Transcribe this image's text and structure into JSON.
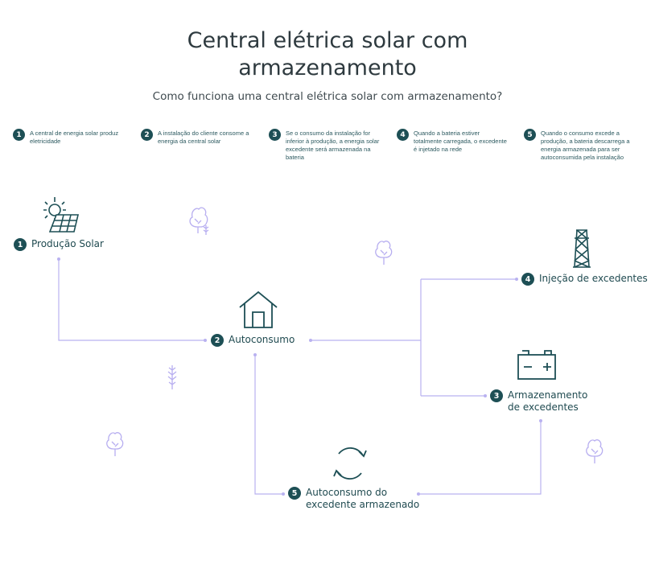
{
  "header": {
    "title_line1": "Central elétrica solar com",
    "title_line2": "armazenamento",
    "subtitle": "Como funciona uma central elétrica solar com armazenamento?"
  },
  "steps": [
    {
      "number": "1",
      "text": "A central de energia solar produz eletricidade"
    },
    {
      "number": "2",
      "text": "A instalação do cliente consome a energia da central solar"
    },
    {
      "number": "3",
      "text": "Se o consumo da instalação for inferior à produção, a energia solar excedente será armazenada na bateria"
    },
    {
      "number": "4",
      "text": "Quando a bateria estiver totalmente carregada, o excedente é injetado na rede"
    },
    {
      "number": "5",
      "text": "Quando o consumo excede a produção, a bateria descarrega a energia armazenada para ser autoconsumida pela instalação"
    }
  ],
  "nodes": {
    "production": {
      "number": "1",
      "label": "Produção Solar",
      "icon": "solar-panel-icon"
    },
    "selfconsumption": {
      "number": "2",
      "label": "Autoconsumo",
      "icon": "house-icon"
    },
    "storage": {
      "number": "3",
      "label_line1": "Armazenamento",
      "label_line2": "de excedentes",
      "icon": "battery-icon"
    },
    "injection": {
      "number": "4",
      "label": "Injeção de excedentes",
      "icon": "power-tower-icon"
    },
    "stored_consumption": {
      "number": "5",
      "label_line1": "Autoconsumo do",
      "label_line2": "excedente armazenado",
      "icon": "cycle-arrows-icon"
    }
  },
  "colors": {
    "badge": "#1d4f55",
    "icon_stroke": "#1d4f55",
    "connector": "#b9b2f0",
    "tree": "#b7aef0"
  }
}
